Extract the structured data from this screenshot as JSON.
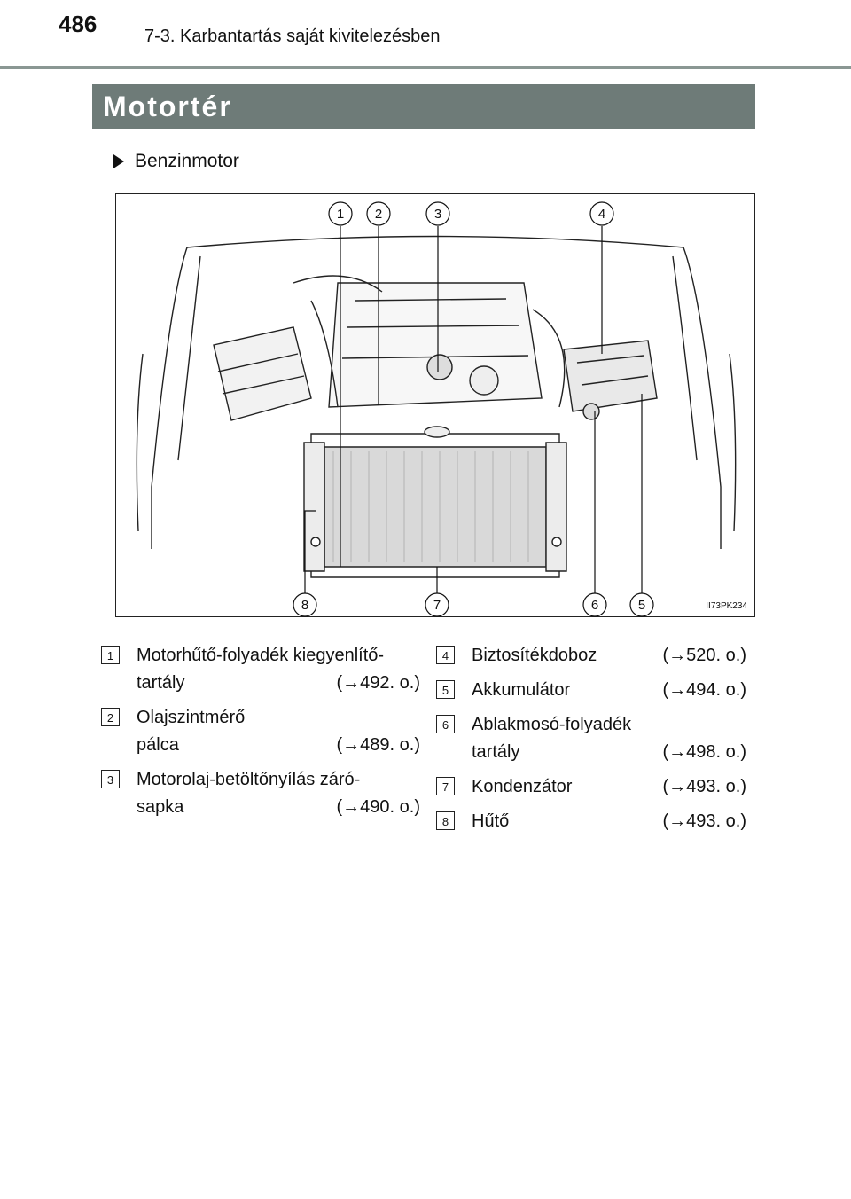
{
  "header": {
    "page_number": "486",
    "chapter": "7-3. Karbantartás saját kivitelezésben"
  },
  "section": {
    "title": "Motortér"
  },
  "subsection": {
    "label": "Benzinmotor"
  },
  "figure": {
    "image_code": "II73PK234",
    "callouts": [
      "1",
      "2",
      "3",
      "4",
      "5",
      "6",
      "7",
      "8"
    ]
  },
  "legend_left": [
    {
      "num": "1",
      "line1": "Motorhűtő-folyadék kiegyenlítő-",
      "line2": "tartály",
      "ref": "(→492. o.)"
    },
    {
      "num": "2",
      "line1": "Olajszintmérő",
      "line2": "pálca",
      "ref": "(→489. o.)"
    },
    {
      "num": "3",
      "line1": "Motorolaj-betöltőnyílás záró-",
      "line2": "sapka",
      "ref": "(→490. o.)"
    }
  ],
  "legend_right": [
    {
      "num": "4",
      "line1": "Biztosítékdoboz",
      "ref": "(→520. o.)"
    },
    {
      "num": "5",
      "line1": "Akkumulátor",
      "ref": "(→494. o.)"
    },
    {
      "num": "6",
      "line1": "Ablakmosó-folyadék",
      "line2": "tartály",
      "ref": "(→498. o.)"
    },
    {
      "num": "7",
      "line1": "Kondenzátor",
      "ref": "(→493. o.)"
    },
    {
      "num": "8",
      "line1": "Hűtő",
      "ref": "(→493. o.)"
    }
  ]
}
